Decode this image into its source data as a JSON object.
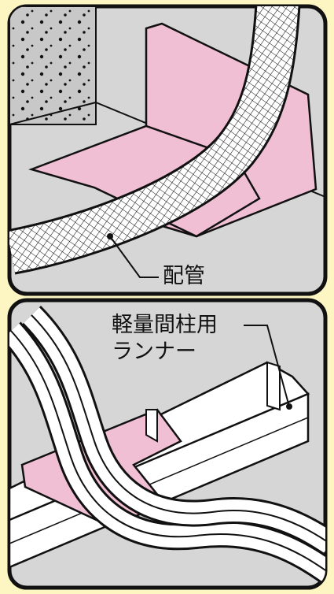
{
  "labels": {
    "pipe": "配管",
    "runner_line1": "軽量間柱用",
    "runner_line2": "ランナー"
  },
  "colors": {
    "background": "#fdf6c3",
    "panel_fill": "#d6d6d6",
    "pink_pad": "#f1bfd3",
    "outline": "#111111"
  }
}
